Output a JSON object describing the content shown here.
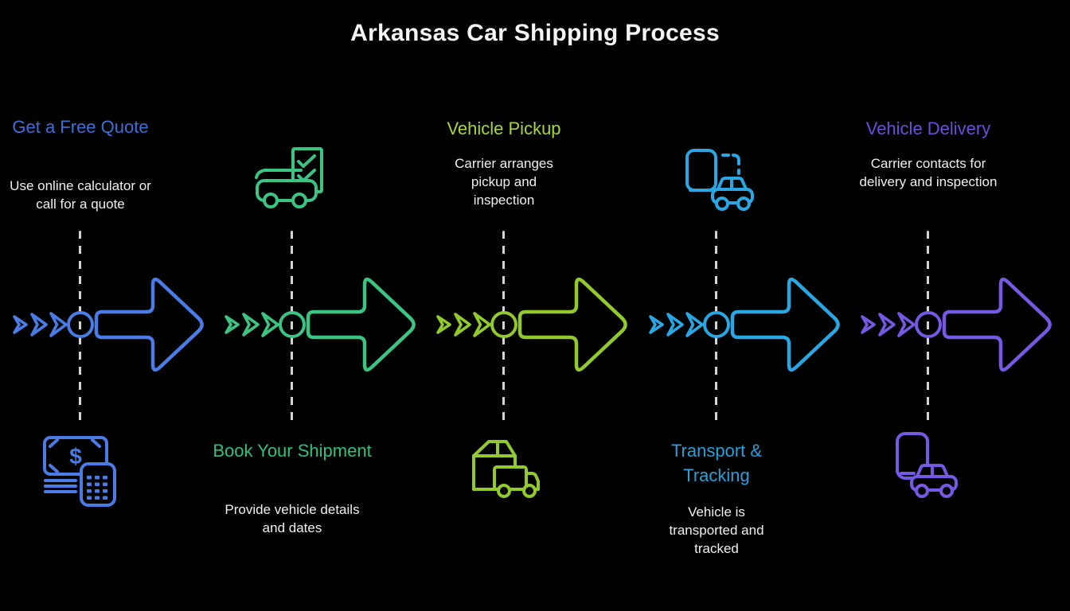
{
  "title": "Arkansas Car Shipping Process",
  "background": "#000000",
  "divider_color": "#d4d4d4",
  "steps": [
    {
      "title": "Get a Free Quote",
      "description": "Use online calculator or call for a quote",
      "color": "#3E6EDC",
      "icon_color": "#4B7CE5",
      "icon": "money-calculator-icon",
      "currency_symbol": "$",
      "layout": "text-top"
    },
    {
      "title": "Book Your Shipment",
      "description": "Provide vehicle details and dates",
      "color": "#2FC07C",
      "icon_color": "#3CC482",
      "icon": "car-checklist-icon",
      "layout": "icon-top"
    },
    {
      "title": "Vehicle Pickup",
      "description": "Carrier arranges pickup and inspection",
      "color": "#A8D73C",
      "icon_color": "#92C92F",
      "icon": "package-truck-icon",
      "layout": "text-top"
    },
    {
      "title": "Transport & Tracking",
      "description": "Vehicle is transported and tracked",
      "color": "#2AA0D8",
      "icon_color": "#2AA7E3",
      "icon": "truck-car-icon",
      "layout": "icon-top"
    },
    {
      "title": "Vehicle Delivery",
      "description": "Carrier contacts for delivery and inspection",
      "color": "#6A4EDC",
      "icon_color": "#7659E3",
      "icon": "phone-car-icon",
      "layout": "text-top"
    }
  ]
}
